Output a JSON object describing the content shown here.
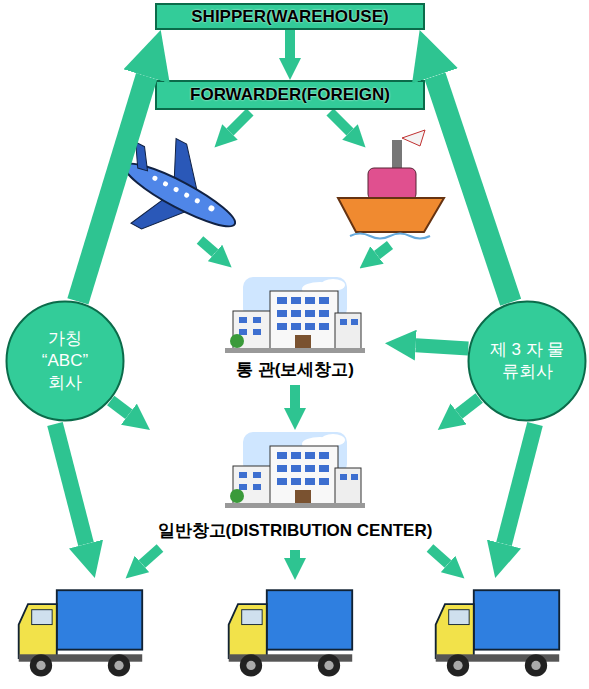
{
  "diagram": {
    "nodes": [
      {
        "text": [
          "SHIPPER(WAREHOUSE)"
        ]
      },
      {
        "text": [
          "FORWARDER(FOREIGN)"
        ]
      },
      {
        "text": [
          "가칭 “ABC” 회사"
        ]
      },
      {
        "text": [
          "통 관(보세창고)"
        ]
      },
      {
        "text": [
          "제 3 자 물류회사"
        ]
      },
      {
        "text": [
          "일반창고(DISTRIBUTION CENTER)"
        ]
      }
    ],
    "edges": [
      {
        "from": 0,
        "to": 1,
        "arrow": "to"
      },
      {
        "from": 2,
        "to": 0,
        "arrow": "to"
      },
      {
        "from": 4,
        "to": 0,
        "arrow": "to"
      },
      {
        "from": 4,
        "to": 3,
        "arrow": "to"
      },
      {
        "from": 3,
        "to": 5,
        "arrow": "to"
      },
      {
        "from": 2,
        "to": 5,
        "arrow": "to"
      },
      {
        "from": 4,
        "to": 5,
        "arrow": "to"
      }
    ]
  }
}
